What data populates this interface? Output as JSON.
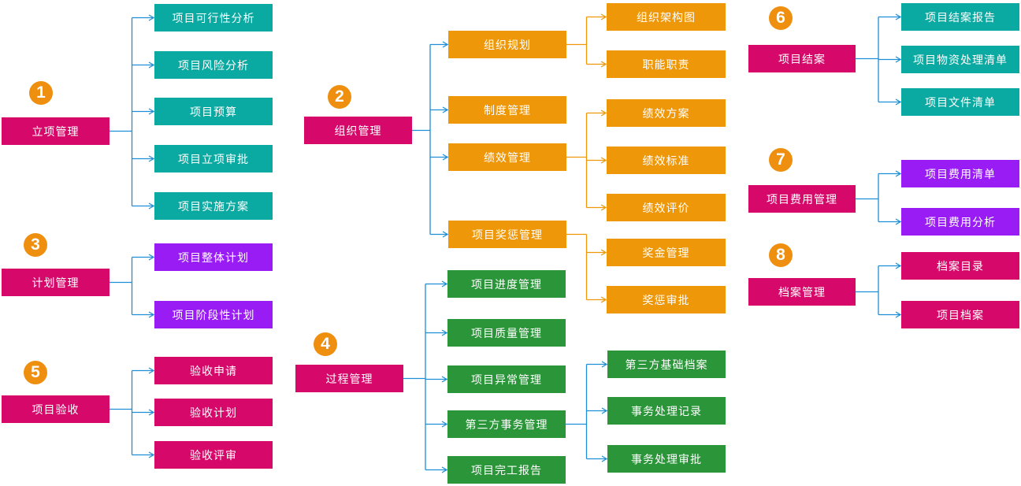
{
  "colors": {
    "magenta": "#d6096b",
    "teal": "#0aa9a2",
    "purple": "#9a1cf5",
    "orange": "#ee9709",
    "green": "#2b9639",
    "connector_blue": "#1e8fd6",
    "connector_orange": "#ee9709",
    "badge": "#ef8f10"
  },
  "groups": [
    {
      "number": "1",
      "root": "立项管理",
      "children": [
        "项目可行性分析",
        "项目风险分析",
        "项目预算",
        "项目立项审批",
        "项目实施方案"
      ]
    },
    {
      "number": "2",
      "root": "组织管理",
      "children": [
        {
          "label": "组织规划",
          "children": [
            "组织架构图",
            "职能职责"
          ]
        },
        {
          "label": "制度管理"
        },
        {
          "label": "绩效管理",
          "children": [
            "绩效方案",
            "绩效标准",
            "绩效评价"
          ]
        },
        {
          "label": "项目奖惩管理",
          "children": [
            "奖金管理",
            "奖惩审批"
          ]
        }
      ]
    },
    {
      "number": "3",
      "root": "计划管理",
      "children": [
        "项目整体计划",
        "项目阶段性计划"
      ]
    },
    {
      "number": "4",
      "root": "过程管理",
      "children": [
        {
          "label": "项目进度管理"
        },
        {
          "label": "项目质量管理"
        },
        {
          "label": "项目异常管理"
        },
        {
          "label": "第三方事务管理",
          "children": [
            "第三方基础档案",
            "事务处理记录",
            "事务处理审批"
          ]
        },
        {
          "label": "项目完工报告"
        }
      ]
    },
    {
      "number": "5",
      "root": "项目验收",
      "children": [
        "验收申请",
        "验收计划",
        "验收评审"
      ]
    },
    {
      "number": "6",
      "root": "项目结案",
      "children": [
        "项目结案报告",
        "项目物资处理清单",
        "项目文件清单"
      ]
    },
    {
      "number": "7",
      "root": "项目费用管理",
      "children": [
        "项目费用清单",
        "项目费用分析"
      ]
    },
    {
      "number": "8",
      "root": "档案管理",
      "children": [
        "档案目录",
        "项目档案"
      ]
    }
  ]
}
